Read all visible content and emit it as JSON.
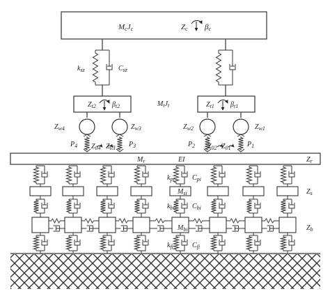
{
  "car_body": {
    "mass": "M",
    "mass_sub": "c",
    "inertia": "J",
    "inertia_sub": "c",
    "z": "Z",
    "z_sub": "c",
    "beta": "β",
    "beta_sub": "c"
  },
  "secondary": {
    "k": "k",
    "k_sub": "sz",
    "c": "C",
    "c_sub": "sz"
  },
  "bogie": {
    "mass": "M",
    "mass_sub": "t",
    "inertia": "J",
    "inertia_sub": "t"
  },
  "bogie_rear": {
    "z": "Z",
    "z_sub": "t2",
    "beta": "β",
    "beta_sub": "t2"
  },
  "bogie_front": {
    "z": "Z",
    "z_sub": "t1",
    "beta": "β",
    "beta_sub": "t1"
  },
  "wheels": {
    "w4": {
      "z": "Z",
      "sub": "w4"
    },
    "w3": {
      "z": "Z",
      "sub": "w3"
    },
    "w2": {
      "z": "Z",
      "sub": "w2"
    },
    "w1": {
      "z": "Z",
      "sub": "w1"
    }
  },
  "contacts": {
    "p4": {
      "p": "P",
      "sub": "4"
    },
    "z04": {
      "z": "Z",
      "sub": "04"
    },
    "z03": {
      "z": "Z",
      "sub": "03"
    },
    "p3": {
      "p": "P",
      "sub": "3"
    },
    "p2": {
      "p": "P",
      "sub": "2"
    },
    "z02": {
      "z": "Z",
      "sub": "02"
    },
    "z01": {
      "z": "Z",
      "sub": "01"
    },
    "p1": {
      "p": "P",
      "sub": "1"
    }
  },
  "rail": {
    "mass": "M",
    "mass_sub": "r",
    "ei": "EI",
    "z": "Z",
    "z_sub": "r"
  },
  "substructure": {
    "kp": {
      "t": "k",
      "sub": "pi"
    },
    "cp": {
      "t": "C",
      "sub": "pi"
    },
    "ms": {
      "t": "M",
      "sub": "si"
    },
    "zs": {
      "t": "Z",
      "sub": "s"
    },
    "kb": {
      "t": "k",
      "sub": "bi"
    },
    "cb": {
      "t": "C",
      "sub": "bi"
    },
    "mb": {
      "t": "M",
      "sub": "bi"
    },
    "zb": {
      "t": "Z",
      "sub": "b"
    },
    "kf": {
      "t": "k",
      "sub": "fi"
    },
    "cf": {
      "t": "C",
      "sub": "fi"
    }
  }
}
